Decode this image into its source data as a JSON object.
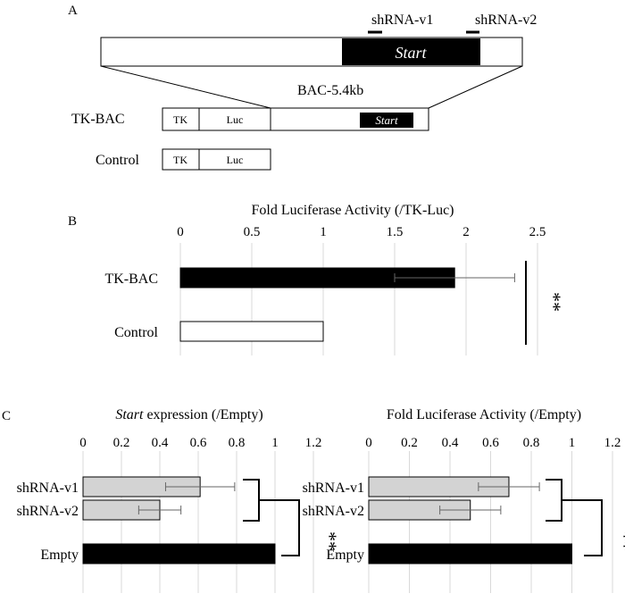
{
  "panels": {
    "a": "A",
    "b": "B",
    "c": "C"
  },
  "diagram": {
    "shrna_v1_label": "shRNA-v1",
    "shrna_v2_label": "shRNA-v2",
    "start_label": "Start",
    "bac_label": "BAC-5.4kb",
    "tkbac_label": "TK-BAC",
    "control_label": "Control",
    "tk_label": "TK",
    "luc_label": "Luc"
  },
  "chart_data": [
    {
      "id": "B",
      "type": "bar",
      "orientation": "horizontal",
      "title": "Fold Luciferase Activity (/TK-Luc)",
      "categories": [
        "TK-BAC",
        "Control"
      ],
      "values": [
        1.92,
        1.0
      ],
      "errors": [
        0.42,
        0
      ],
      "bar_colors": [
        "#000000",
        "#ffffff"
      ],
      "xlim": [
        0,
        2.5
      ],
      "ticks": [
        "0",
        "0.5",
        "1",
        "1.5",
        "2",
        "2.5"
      ],
      "grid": true,
      "significance": "**"
    },
    {
      "id": "C-left",
      "type": "bar",
      "orientation": "horizontal",
      "title_italic": "Start",
      "title_rest": " expression (/Empty)",
      "categories": [
        "shRNA-v1",
        "shRNA-v2",
        "Empty"
      ],
      "values": [
        0.61,
        0.4,
        1.0
      ],
      "errors": [
        0.18,
        0.11,
        0
      ],
      "bar_colors": [
        "#d3d3d3",
        "#d3d3d3",
        "#000000"
      ],
      "xlim": [
        0,
        1.2
      ],
      "ticks": [
        "0",
        "0.2",
        "0.4",
        "0.6",
        "0.8",
        "1",
        "1.2"
      ],
      "grid": true,
      "significance": "**"
    },
    {
      "id": "C-right",
      "type": "bar",
      "orientation": "horizontal",
      "title": "Fold Luciferase Activity (/Empty)",
      "categories": [
        "shRNA-v1",
        "shRNA-v2",
        "Empty"
      ],
      "values": [
        0.69,
        0.5,
        1.0
      ],
      "errors": [
        0.15,
        0.15,
        0
      ],
      "bar_colors": [
        "#d3d3d3",
        "#d3d3d3",
        "#000000"
      ],
      "xlim": [
        0,
        1.2
      ],
      "ticks": [
        "0",
        "0.2",
        "0.4",
        "0.6",
        "0.8",
        "1",
        "1.2"
      ],
      "grid": true,
      "significance": "**"
    }
  ]
}
